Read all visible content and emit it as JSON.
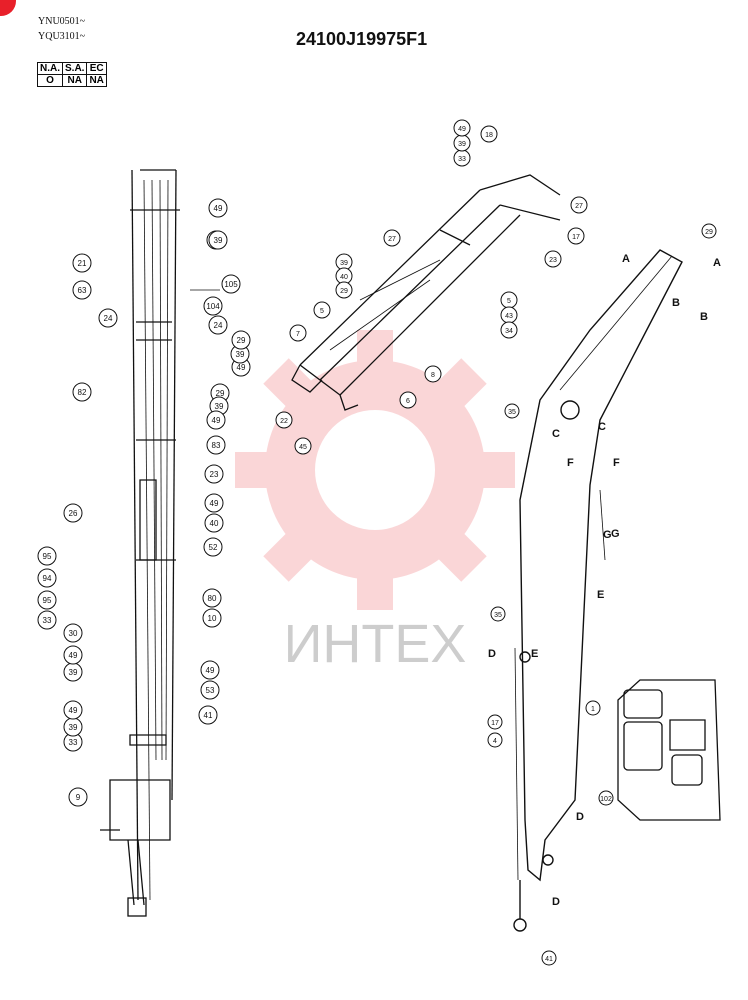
{
  "header": {
    "serial_1": "YNU0501~",
    "serial_2": "YQU3101~",
    "part_number": "24100J19975F1"
  },
  "applicability_table": {
    "headers": [
      "N.A.",
      "S.A.",
      "EC"
    ],
    "values": [
      "O",
      "NA",
      "NA"
    ]
  },
  "watermark": {
    "text": "ИНТЕХ",
    "color": "#e8202a"
  },
  "left_callouts": [
    "49",
    "29",
    "39",
    "21",
    "63",
    "105",
    "104",
    "24",
    "24",
    "49",
    "39",
    "29",
    "82",
    "29",
    "39",
    "49",
    "83",
    "23",
    "26",
    "49",
    "40",
    "52",
    "95",
    "94",
    "95",
    "33",
    "80",
    "10",
    "30",
    "39",
    "49",
    "49",
    "53",
    "41",
    "33",
    "39",
    "49",
    "9"
  ],
  "top_callouts": [
    "18",
    "33",
    "39",
    "49",
    "27",
    "27",
    "17",
    "23",
    "39",
    "40",
    "29",
    "5",
    "43",
    "34",
    "5",
    "7",
    "8",
    "6",
    "22",
    "45"
  ],
  "right_callouts": [
    "29",
    "35",
    "35",
    "4",
    "17",
    "1",
    "102",
    "41"
  ],
  "view_labels": [
    "A",
    "A",
    "B",
    "B",
    "C",
    "C",
    "F",
    "F",
    "G",
    "G",
    "E",
    "E",
    "D",
    "D"
  ]
}
